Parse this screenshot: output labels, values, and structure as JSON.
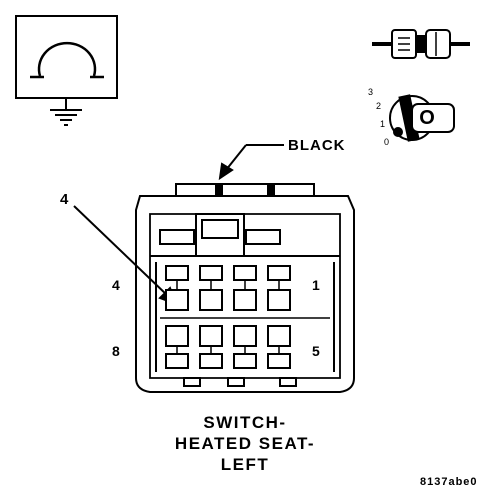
{
  "connector": {
    "color_label": "BLACK",
    "callout_pin": "4",
    "pin_labels": {
      "top_left": "4",
      "top_right": "1",
      "bottom_left": "8",
      "bottom_right": "5"
    }
  },
  "title": {
    "line1": "SWITCH-",
    "line2": "HEATED SEAT-",
    "line3": "LEFT"
  },
  "ignition_switch": {
    "positions": [
      "3",
      "2",
      "1",
      "0"
    ],
    "key_label": "O"
  },
  "figure_id": "8137abe0",
  "colors": {
    "ink": "#000000",
    "background": "#ffffff"
  }
}
